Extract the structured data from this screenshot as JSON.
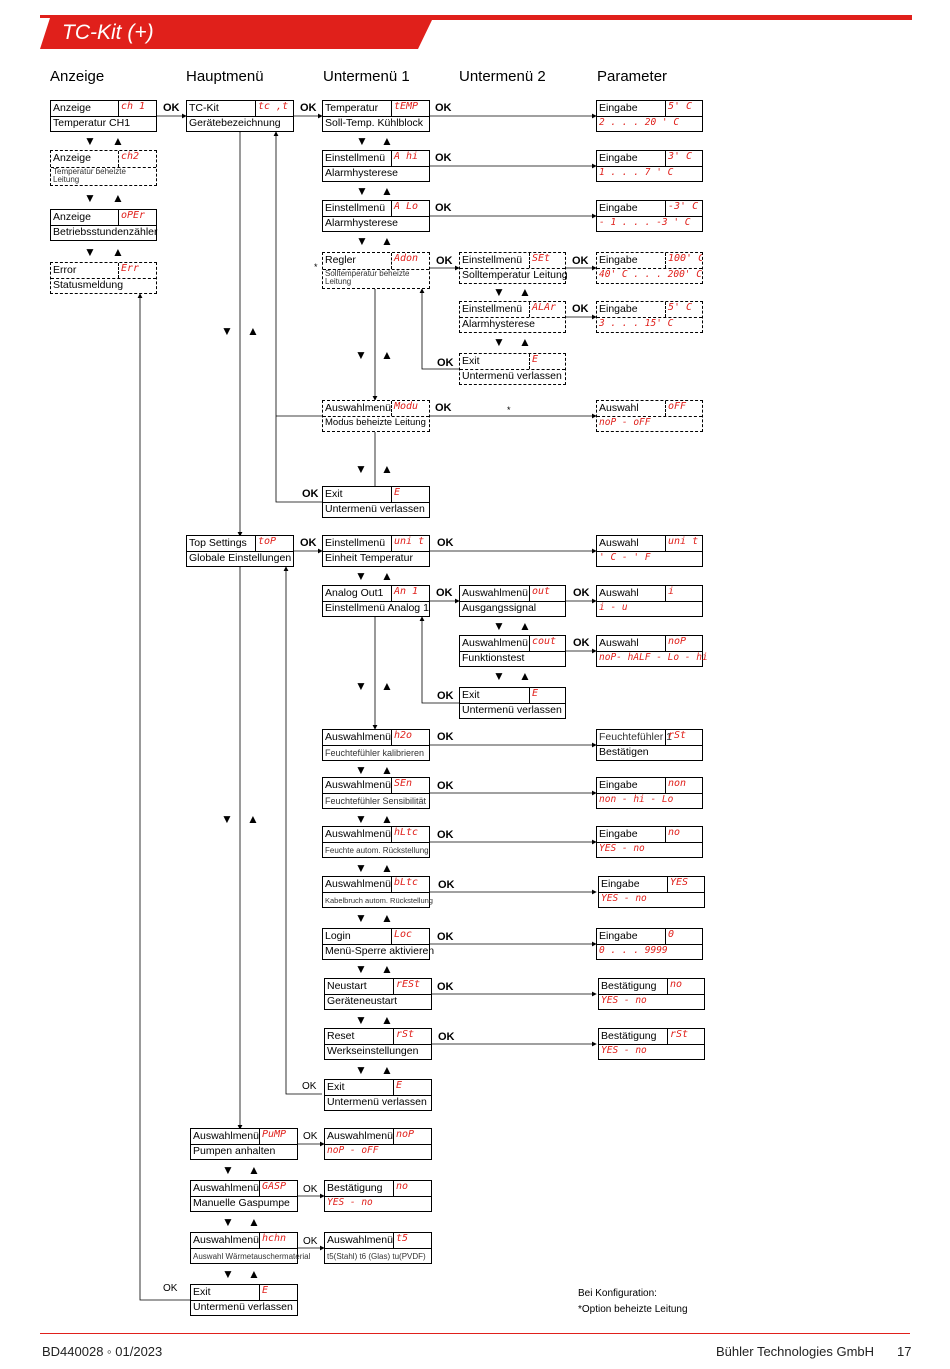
{
  "header": {
    "title": "TC-Kit (+)",
    "accent_color": "#e0201b"
  },
  "columns": [
    "Anzeige",
    "Hauptmenü",
    "Untermenü 1",
    "Untermenü 2",
    "Parameter"
  ],
  "ok_label": "OK",
  "star_mark": "*",
  "arrows": {
    "down": "▼",
    "up": "▲"
  },
  "boxes": {
    "a1": {
      "label": "Anzeige",
      "disp": "ch 1",
      "sub": "Temperatur CH1"
    },
    "a2": {
      "label": "Anzeige",
      "disp": "ch2",
      "sub": "Temperatur beheizte Leitung"
    },
    "a3": {
      "label": "Anzeige",
      "disp": "oPEr",
      "sub": "Betriebsstundenzähler"
    },
    "a4": {
      "label": "Error",
      "disp": "Err",
      "sub": "Statusmeldung"
    },
    "h1": {
      "label": "TC-Kit",
      "disp": "tc ,t",
      "sub": "Gerätebezeichnung"
    },
    "h2": {
      "label": "Top Settings",
      "disp": "toP",
      "sub": "Globale Einstellungen"
    },
    "h3": {
      "label": "Auswahlmenü",
      "disp": "PuMP",
      "sub": "Pumpen anhalten"
    },
    "h4": {
      "label": "Auswahlmenü",
      "disp": "GASP",
      "sub": "Manuelle Gaspumpe"
    },
    "h5": {
      "label": "Auswahlmenü",
      "disp": "hchn",
      "sub": "Auswahl Wärmetauschermaterial"
    },
    "h6": {
      "label": "Exit",
      "disp": "E",
      "sub": "Untermenü verlassen"
    },
    "u1": {
      "label": "Temperatur",
      "disp": "tEMP",
      "sub": "Soll-Temp. Kühlblock"
    },
    "u2": {
      "label": "Einstellmenü",
      "disp": "A hi",
      "sub": "Alarmhysterese"
    },
    "u3": {
      "label": "Einstellmenü",
      "disp": "A Lo",
      "sub": "Alarmhysterese"
    },
    "u4": {
      "label": "Regler",
      "disp": "Adon",
      "sub": "Solltemperatur beheizte Leitung"
    },
    "u5": {
      "label": "Auswahlmenü",
      "disp": "Modu",
      "sub": "Modus beheizte Leitung"
    },
    "u6": {
      "label": "Exit",
      "disp": "E",
      "sub": "Untermenü verlassen"
    },
    "u7": {
      "label": "Einstellmenü",
      "disp": "uni t",
      "sub": "Einheit Temperatur"
    },
    "u8": {
      "label": "Analog Out1",
      "disp": "An 1",
      "sub": "Einstellmenü Analog 1"
    },
    "u9": {
      "label": "Auswahlmenü",
      "disp": "h2o",
      "sub": "Feuchtefühler kalibrieren"
    },
    "u10": {
      "label": "Auswahlmenü",
      "disp": "SEn",
      "sub": "Feuchtefühler Sensibilität"
    },
    "u11": {
      "label": "Auswahlmenü",
      "disp": "hLtc",
      "sub": "Feuchte autom. Rückstellung"
    },
    "u12": {
      "label": "Auswahlmenü",
      "disp": "bLtc",
      "sub": "Kabelbruch autom. Rückstellung"
    },
    "u13": {
      "label": "Login",
      "disp": "Loc",
      "sub": "Menü-Sperre aktivieren"
    },
    "u14": {
      "label": "Neustart",
      "disp": "rESt",
      "sub": "Geräteneustart"
    },
    "u15": {
      "label": "Reset",
      "disp": "rSt",
      "sub": "Werkseinstellungen"
    },
    "u16": {
      "label": "Exit",
      "disp": "E",
      "sub": "Untermenü verlassen"
    },
    "u17": {
      "label": "Auswahlmenü",
      "disp": "noP",
      "sub": "noP - oFF"
    },
    "u18": {
      "label": "Bestätigung",
      "disp": "no",
      "sub": "YES - no"
    },
    "u19": {
      "label": "Auswahlmenü",
      "disp": "t5",
      "sub": "t5(Stahl) t6 (Glas) tu(PVDF)"
    },
    "m1": {
      "label": "Einstellmenü",
      "disp": "SEt",
      "sub": "Solltemperatur Leitung"
    },
    "m2": {
      "label": "Einstellmenü",
      "disp": "ALAr",
      "sub": "Alarmhysterese"
    },
    "m3": {
      "label": "Exit",
      "disp": "E",
      "sub": "Untermenü verlassen"
    },
    "m4": {
      "label": "Auswahlmenü",
      "disp": "out",
      "sub": "Ausgangssignal"
    },
    "m5": {
      "label": "Auswahlmenü",
      "disp": "cout",
      "sub": "Funktionstest"
    },
    "m6": {
      "label": "Exit",
      "disp": "E",
      "sub": "Untermenü verlassen"
    },
    "p1": {
      "label": "Eingabe",
      "disp": "5' C",
      "sub": "2 . . . 20  ' C"
    },
    "p2": {
      "label": "Eingabe",
      "disp": "3' C",
      "sub": "1 . . . 7  ' C"
    },
    "p3": {
      "label": "Eingabe",
      "disp": "-3' C",
      "sub": "- 1 . . . -3  ' C"
    },
    "p4": {
      "label": "Eingabe",
      "disp": "100' C",
      "sub": "40' C . . . 200' C"
    },
    "p5": {
      "label": "Eingabe",
      "disp": "5' C",
      "sub": "3 . . . 15' C"
    },
    "p6": {
      "label": "Auswahl",
      "disp": "oFF",
      "sub": "noP - oFF"
    },
    "p7": {
      "label": "Auswahl",
      "disp": "uni t",
      "sub": "' C - ' F"
    },
    "p8": {
      "label": "Auswahl",
      "disp": "i",
      "sub": "i - u"
    },
    "p9": {
      "label": "Auswahl",
      "disp": "noP",
      "sub": "noP- hALF - Lo - hi"
    },
    "p10": {
      "label": "Feuchtefühler 1",
      "disp": "rSt",
      "sub": "Bestätigen"
    },
    "p11": {
      "label": "Eingabe",
      "disp": "non",
      "sub": "non - hi - Lo"
    },
    "p12": {
      "label": "Eingabe",
      "disp": "no",
      "sub": "YES - no"
    },
    "p13": {
      "label": "Eingabe",
      "disp": "YES",
      "sub": "YES - no"
    },
    "p14": {
      "label": "Eingabe",
      "disp": "0",
      "sub": "0 . . . 9999"
    },
    "p15": {
      "label": "Bestätigung",
      "disp": "no",
      "sub": "YES - no"
    },
    "p16": {
      "label": "Bestätigung",
      "disp": "rSt",
      "sub": "YES - no"
    }
  },
  "notes": {
    "line1": "Bei Konfiguration:",
    "line2": "*Option beheizte Leitung"
  },
  "footer": {
    "doc": "BD440028 ◦ 01/2023",
    "company": "Bühler Technologies GmbH",
    "page": "17"
  }
}
